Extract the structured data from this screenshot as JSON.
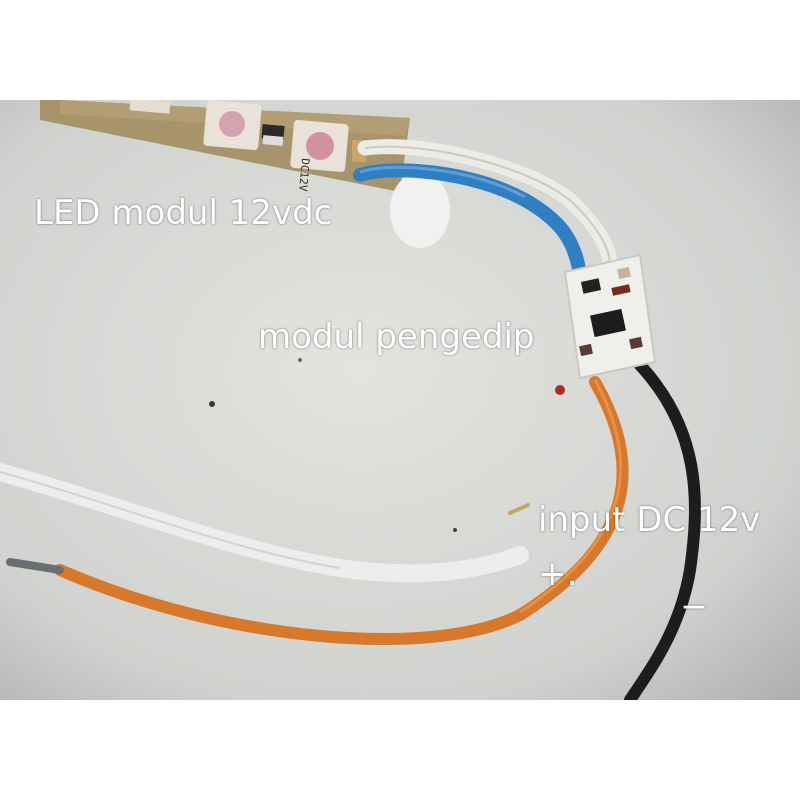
{
  "photo": {
    "labels": {
      "led_module": "LED modul 12vdc",
      "blink_module": "modul pengedip",
      "input": "input DC 12v",
      "plus": "+.",
      "minus": "_"
    },
    "silkscreen": "DC12V"
  },
  "colors": {
    "background": "#ffffff",
    "surface": "#d6d8d4",
    "led_strip": "#a8946a",
    "wire_blue": "#2f7fc4",
    "wire_white": "#ecebe6",
    "wire_orange": "#d8782a",
    "wire_black": "#1c1d1f",
    "pcb": "#efefec",
    "label": "#ffffff"
  }
}
